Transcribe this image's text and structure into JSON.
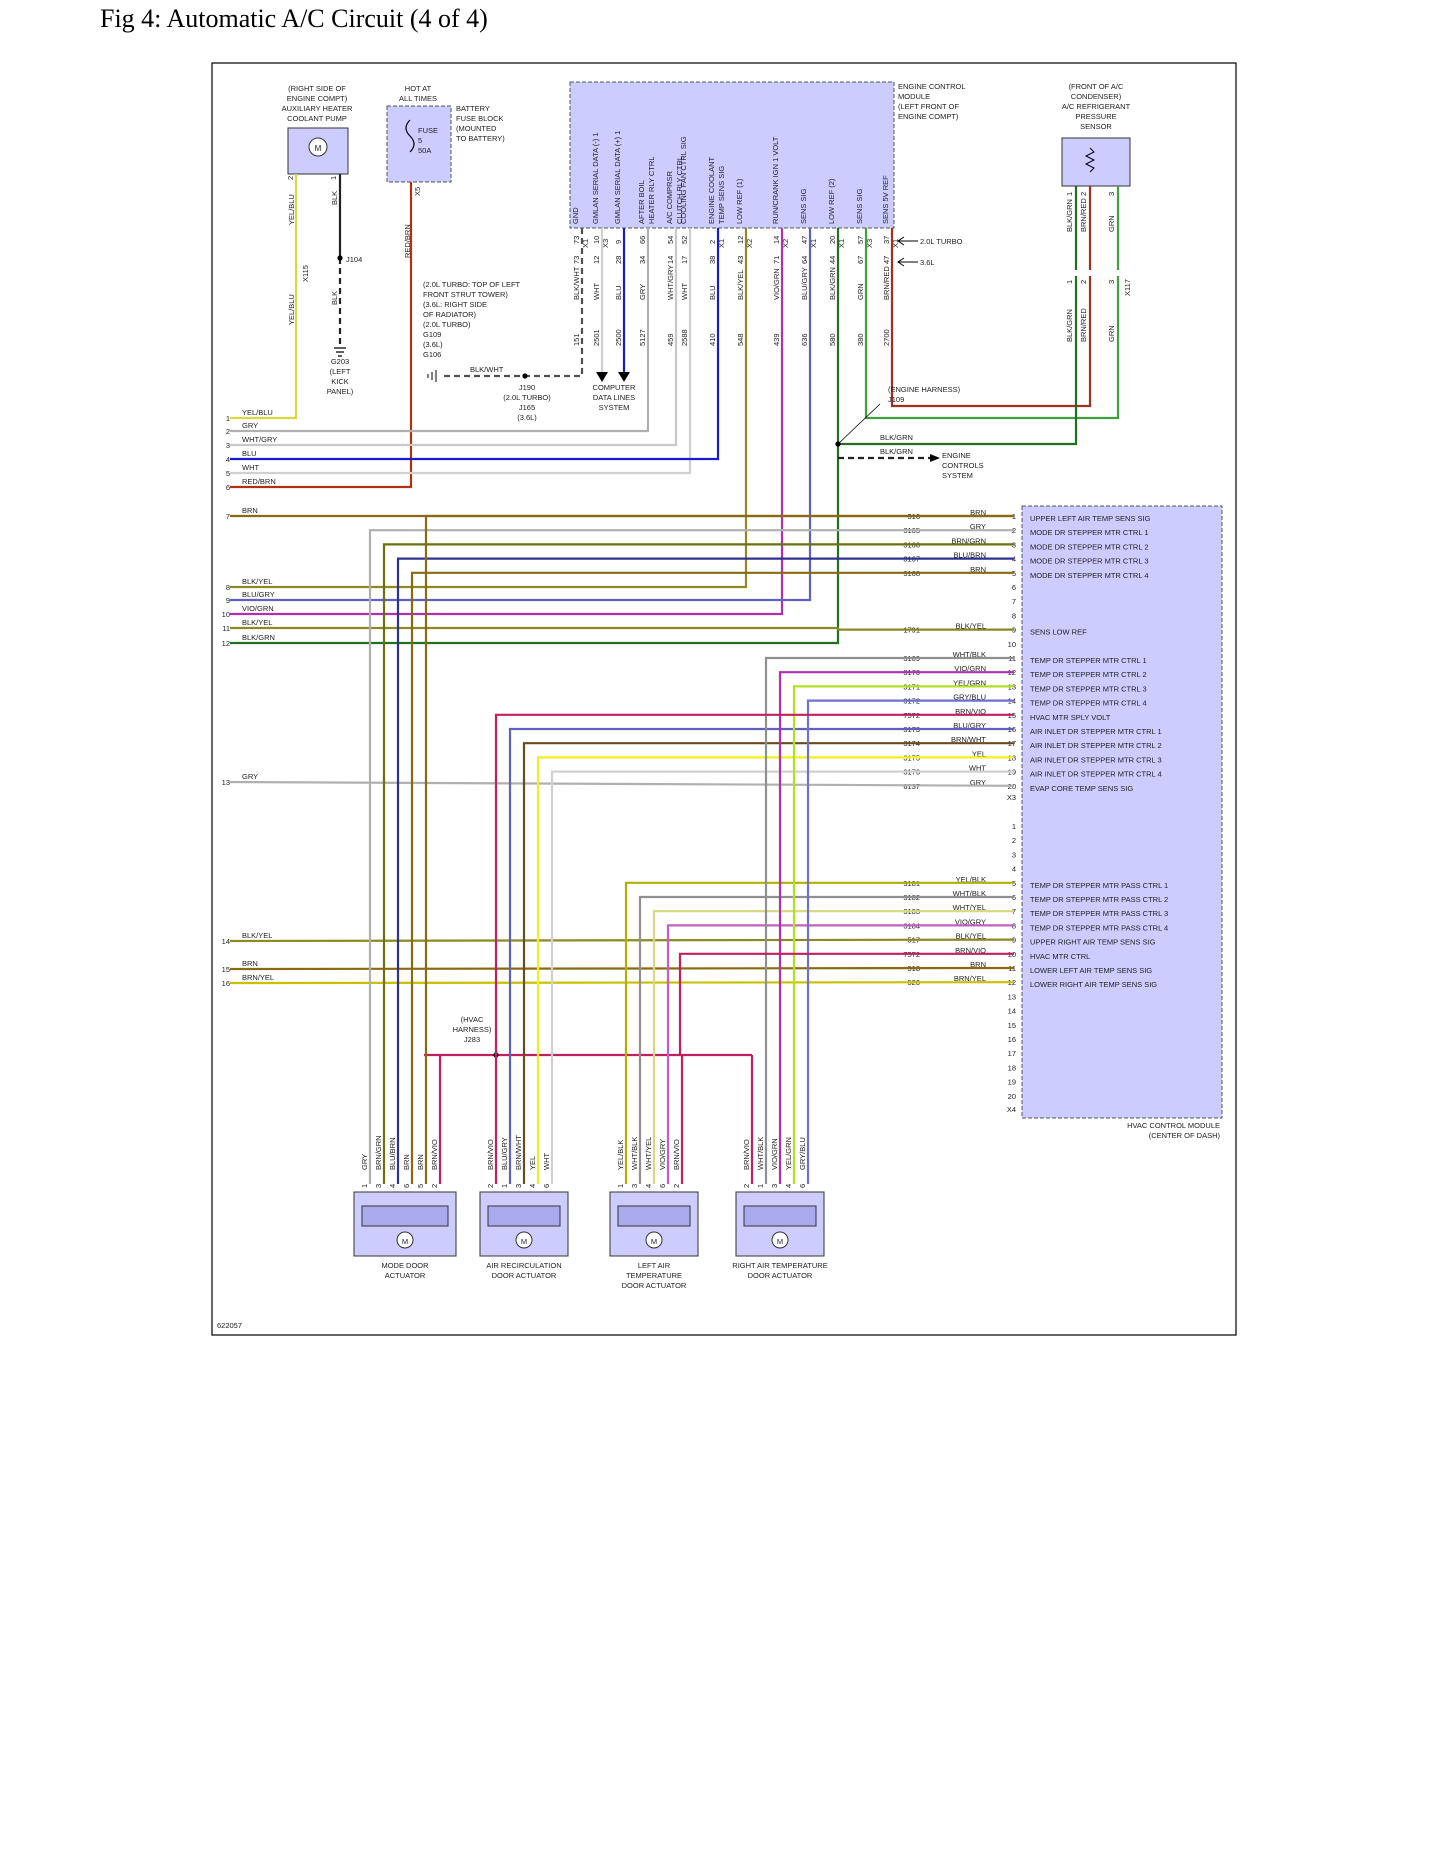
{
  "title": "Fig 4: Automatic A/C Circuit (4 of 4)",
  "figure_id": "622057",
  "colors": {
    "YEL/BLU": "#d8d840",
    "BLK": "#222222",
    "RED/BRN": "#b03010",
    "GRY": "#b0b0b0",
    "WHT/GRY": "#c8c8c8",
    "BLU": "#1a1ad0",
    "WHT": "#d0d0d0",
    "BRN": "#8a6a10",
    "BLK/YEL": "#8a8a20",
    "BLU/GRY": "#6060c0",
    "VIO/GRN": "#b030b0",
    "BLK/GRN": "#207020",
    "BRN/GRN": "#6a7010",
    "BLU/BRN": "#303090",
    "WHT/BLK": "#909090",
    "YEL/GRN": "#b0e020",
    "GRY/BLU": "#7070d0",
    "BRN/VIO": "#c02060",
    "BRN/WHT": "#6a4a20",
    "YEL": "#f0f020",
    "YEL/BLK": "#b0b000",
    "WHT/YEL": "#d8d880",
    "VIO/GRY": "#c060c0",
    "BRN/YEL": "#c8c000",
    "BLK/WHT": "#505050",
    "BRN/RED": "#a03020",
    "GRN": "#40a040",
    "BLK/BLU": "#2020a0",
    "module_fill": "#ccccff"
  },
  "components": {
    "aux_pump": {
      "location": "(RIGHT SIDE OF\nENGINE COMPT)",
      "name": "AUXILIARY HEATER\nCOOLANT PUMP",
      "pin2_wire": "YEL/BLU",
      "pin1_wire": "BLK",
      "pin2": "2",
      "pin1": "1"
    },
    "fuse_block": {
      "hot": "HOT AT\nALL TIMES",
      "fuse": "FUSE\n5\n50A",
      "name": "BATTERY\nFUSE BLOCK\n(MOUNTED\nTO BATTERY)",
      "conn": "X5",
      "wire": "RED/BRN"
    },
    "ecm": {
      "name": "ENGINE CONTROL\nMODULE\n(LEFT FRONT OF\nENGINE COMPT)",
      "turbo": "2.0L TURBO",
      "v6": "3.6L"
    },
    "pressure_sensor": {
      "name": "(FRONT OF A/C\nCONDENSER)\nA/C REFRIGERANT\nPRESSURE\nSENSOR",
      "conn": "X117"
    },
    "ground": {
      "text": "(2.0L TURBO: TOP OF LEFT\nFRONT STRUT TOWER)\n(3.6L: RIGHT SIDE\nOF RADIATOR)\n(2.0L TURBO)\nG109\n(3.6L)\nG106",
      "g203": "G203\n(LEFT\nKICK\nPANEL)",
      "j104": "J104",
      "x115": "X115",
      "blk_wht": "BLK/WHT",
      "j190": "J190\n(2.0L TURBO)\nJ165\n(3.6L)"
    },
    "data_lines": "COMPUTER\nDATA LINES\nSYSTEM",
    "engine_harness": "(ENGINE HARNESS)\nJ109",
    "engine_controls": "ENGINE\nCONTROLS\nSYSTEM",
    "hvac_harness": "(HVAC\nHARNESS)\nJ283",
    "hvac": {
      "name": "HVAC CONTROL MODULE\n(CENTER OF DASH)",
      "x3": "X3",
      "x4": "X4"
    }
  },
  "ecm_pins": [
    {
      "func": "GND",
      "pin": "73",
      "conn": "X1",
      "pin2": "73",
      "wire": "BLK/WHT",
      "circuit": "151"
    },
    {
      "func": "GMLAN SERIAL DATA (-) 1",
      "pin": "10",
      "conn": "X3",
      "pin2": "12",
      "wire": "WHT",
      "circuit": "2501"
    },
    {
      "func": "GMLAN SERIAL DATA (+) 1",
      "pin": "9",
      "conn": "",
      "pin2": "28",
      "wire": "BLU",
      "circuit": "2500"
    },
    {
      "func": "AFTER BOIL\nHEATER RLY CTRL",
      "pin": "66",
      "conn": "",
      "pin2": "34",
      "wire": "GRY",
      "circuit": "5127"
    },
    {
      "func": "A/C COMPRSR\nCLUTCH RLY CTRL",
      "pin": "54",
      "conn": "",
      "pin2": "14",
      "wire": "WHT/GRY",
      "circuit": "459"
    },
    {
      "func": "COOLING FAN CTRL SIG",
      "pin": "52",
      "conn": "",
      "pin2": "17",
      "wire": "WHT",
      "circuit": "2588"
    },
    {
      "func": "ENGINE COOLANT\nTEMP SENS SIG",
      "pin": "2",
      "conn": "X1",
      "pin2": "38",
      "wire": "BLU",
      "circuit": "410"
    },
    {
      "func": "LOW REF (1)",
      "pin": "12",
      "conn": "X2",
      "pin2": "43",
      "wire": "BLK/YEL",
      "circuit": "548"
    },
    {
      "func": "RUN/CRANK IGN 1 VOLT",
      "pin": "14",
      "conn": "X2",
      "pin2": "71",
      "wire": "VIO/GRN",
      "circuit": "439"
    },
    {
      "func": "SENS SIG",
      "pin": "47",
      "conn": "X1",
      "pin2": "64",
      "wire": "BLU/GRY",
      "circuit": "636"
    },
    {
      "func": "LOW REF (2)",
      "pin": "20",
      "conn": "X1",
      "pin2": "44",
      "wire": "BLK/GRN",
      "circuit": "580"
    },
    {
      "func": "SENS SIG",
      "pin": "57",
      "conn": "X3",
      "pin2": "67",
      "wire": "GRN",
      "circuit": "380"
    },
    {
      "func": "SENS 5V REF",
      "pin": "37",
      "conn": "X1",
      "pin2": "47",
      "wire": "BRN/RED",
      "circuit": "2700"
    }
  ],
  "pressure_sensor_pins": [
    {
      "pin": "1",
      "wire": "BLK/GRN"
    },
    {
      "pin": "2",
      "wire": "BRN/RED"
    },
    {
      "pin": "3",
      "wire": "GRN"
    }
  ],
  "left_wires": [
    {
      "num": "1",
      "color": "YEL/BLU"
    },
    {
      "num": "2",
      "color": "GRY"
    },
    {
      "num": "3",
      "color": "WHT/GRY"
    },
    {
      "num": "4",
      "color": "BLU"
    },
    {
      "num": "5",
      "color": "WHT"
    },
    {
      "num": "6",
      "color": "RED/BRN"
    },
    {
      "num": "7",
      "color": "BRN"
    },
    {
      "num": "8",
      "color": "BLK/YEL"
    },
    {
      "num": "9",
      "color": "BLU/GRY"
    },
    {
      "num": "10",
      "color": "VIO/GRN"
    },
    {
      "num": "11",
      "color": "BLK/YEL"
    },
    {
      "num": "12",
      "color": "BLK/GRN"
    },
    {
      "num": "13",
      "color": "GRY"
    },
    {
      "num": "14",
      "color": "BLK/YEL"
    },
    {
      "num": "15",
      "color": "BRN"
    },
    {
      "num": "16",
      "color": "BRN/YEL"
    }
  ],
  "engine_harness_wires": [
    "BLK/GRN",
    "BLK/GRN"
  ],
  "hvac_x3": [
    {
      "pin": "1",
      "circuit": "516",
      "wire": "BRN",
      "func": "UPPER LEFT AIR TEMP SENS SIG"
    },
    {
      "pin": "2",
      "circuit": "3165",
      "wire": "GRY",
      "func": "MODE DR STEPPER MTR CTRL 1"
    },
    {
      "pin": "3",
      "circuit": "3166",
      "wire": "BRN/GRN",
      "func": "MODE DR STEPPER MTR CTRL 2"
    },
    {
      "pin": "4",
      "circuit": "3167",
      "wire": "BLU/BRN",
      "func": "MODE DR STEPPER MTR CTRL 3"
    },
    {
      "pin": "5",
      "circuit": "3168",
      "wire": "BRN",
      "func": "MODE DR STEPPER MTR CTRL 4"
    },
    {
      "pin": "6",
      "circuit": "",
      "wire": "",
      "func": ""
    },
    {
      "pin": "7",
      "circuit": "",
      "wire": "",
      "func": ""
    },
    {
      "pin": "8",
      "circuit": "",
      "wire": "",
      "func": ""
    },
    {
      "pin": "9",
      "circuit": "1791",
      "wire": "BLK/YEL",
      "func": "SENS LOW REF"
    },
    {
      "pin": "10",
      "circuit": "",
      "wire": "",
      "func": ""
    },
    {
      "pin": "11",
      "circuit": "3169",
      "wire": "WHT/BLK",
      "func": "TEMP DR STEPPER MTR CTRL 1"
    },
    {
      "pin": "12",
      "circuit": "3170",
      "wire": "VIO/GRN",
      "func": "TEMP DR STEPPER MTR CTRL 2"
    },
    {
      "pin": "13",
      "circuit": "3171",
      "wire": "YEL/GRN",
      "func": "TEMP DR STEPPER MTR CTRL 3"
    },
    {
      "pin": "14",
      "circuit": "3172",
      "wire": "GRY/BLU",
      "func": "TEMP DR STEPPER MTR CTRL 4"
    },
    {
      "pin": "15",
      "circuit": "7572",
      "wire": "BRN/VIO",
      "func": "HVAC MTR SPLY VOLT"
    },
    {
      "pin": "16",
      "circuit": "3173",
      "wire": "BLU/GRY",
      "func": "AIR INLET DR STEPPER MTR CTRL 1"
    },
    {
      "pin": "17",
      "circuit": "3174",
      "wire": "BRN/WHT",
      "func": "AIR INLET DR STEPPER MTR CTRL 2"
    },
    {
      "pin": "18",
      "circuit": "3175",
      "wire": "YEL",
      "func": "AIR INLET DR STEPPER MTR CTRL 3"
    },
    {
      "pin": "19",
      "circuit": "3176",
      "wire": "WHT",
      "func": "AIR INLET DR STEPPER MTR CTRL 4"
    },
    {
      "pin": "20",
      "circuit": "6137",
      "wire": "GRY",
      "func": "EVAP CORE TEMP SENS SIG"
    }
  ],
  "hvac_x4": [
    {
      "pin": "1",
      "circuit": "",
      "wire": "",
      "func": ""
    },
    {
      "pin": "2",
      "circuit": "",
      "wire": "",
      "func": ""
    },
    {
      "pin": "3",
      "circuit": "",
      "wire": "",
      "func": ""
    },
    {
      "pin": "4",
      "circuit": "",
      "wire": "",
      "func": ""
    },
    {
      "pin": "5",
      "circuit": "3181",
      "wire": "YEL/BLK",
      "func": "TEMP DR STEPPER MTR PASS CTRL 1"
    },
    {
      "pin": "6",
      "circuit": "3182",
      "wire": "WHT/BLK",
      "func": "TEMP DR STEPPER MTR PASS CTRL 2"
    },
    {
      "pin": "7",
      "circuit": "3183",
      "wire": "WHT/YEL",
      "func": "TEMP DR STEPPER MTR PASS CTRL 3"
    },
    {
      "pin": "8",
      "circuit": "3184",
      "wire": "VIO/GRY",
      "func": "TEMP DR STEPPER MTR PASS CTRL 4"
    },
    {
      "pin": "9",
      "circuit": "517",
      "wire": "BLK/YEL",
      "func": "UPPER RIGHT AIR TEMP SENS SIG"
    },
    {
      "pin": "10",
      "circuit": "7572",
      "wire": "BRN/VIO",
      "func": "HVAC MTR CTRL"
    },
    {
      "pin": "11",
      "circuit": "518",
      "wire": "BRN",
      "func": "LOWER LEFT AIR TEMP SENS SIG"
    },
    {
      "pin": "12",
      "circuit": "520",
      "wire": "BRN/YEL",
      "func": "LOWER RIGHT AIR TEMP SENS SIG"
    },
    {
      "pin": "13",
      "circuit": "",
      "wire": "",
      "func": ""
    },
    {
      "pin": "14",
      "circuit": "",
      "wire": "",
      "func": ""
    },
    {
      "pin": "15",
      "circuit": "",
      "wire": "",
      "func": ""
    },
    {
      "pin": "16",
      "circuit": "",
      "wire": "",
      "func": ""
    },
    {
      "pin": "17",
      "circuit": "",
      "wire": "",
      "func": ""
    },
    {
      "pin": "18",
      "circuit": "",
      "wire": "",
      "func": ""
    },
    {
      "pin": "19",
      "circuit": "",
      "wire": "",
      "func": ""
    },
    {
      "pin": "20",
      "circuit": "",
      "wire": "",
      "func": ""
    }
  ],
  "actuators": [
    {
      "name": "MODE DOOR\nACTUATOR",
      "pins": [
        {
          "pin": "1",
          "wire": "GRY"
        },
        {
          "pin": "3",
          "wire": "BRN/GRN"
        },
        {
          "pin": "4",
          "wire": "BLU/BRN"
        },
        {
          "pin": "6",
          "wire": "BRN"
        },
        {
          "pin": "5",
          "wire": "BRN"
        },
        {
          "pin": "2",
          "wire": "BRN/VIO"
        }
      ]
    },
    {
      "name": "AIR RECIRCULATION\nDOOR ACTUATOR",
      "pins": [
        {
          "pin": "2",
          "wire": "BRN/VIO"
        },
        {
          "pin": "1",
          "wire": "BLU/GRY"
        },
        {
          "pin": "3",
          "wire": "BRN/WHT"
        },
        {
          "pin": "4",
          "wire": "YEL"
        },
        {
          "pin": "6",
          "wire": "WHT"
        }
      ]
    },
    {
      "name": "LEFT AIR\nTEMPERATURE\nDOOR ACTUATOR",
      "pins": [
        {
          "pin": "1",
          "wire": "YEL/BLK"
        },
        {
          "pin": "3",
          "wire": "WHT/BLK"
        },
        {
          "pin": "4",
          "wire": "WHT/YEL"
        },
        {
          "pin": "6",
          "wire": "VIO/GRY"
        },
        {
          "pin": "2",
          "wire": "BRN/VIO"
        }
      ]
    },
    {
      "name": "RIGHT AIR TEMPERATURE\nDOOR ACTUATOR",
      "pins": [
        {
          "pin": "2",
          "wire": "BRN/VIO"
        },
        {
          "pin": "1",
          "wire": "WHT/BLK"
        },
        {
          "pin": "3",
          "wire": "VIO/GRN"
        },
        {
          "pin": "4",
          "wire": "YEL/GRN"
        },
        {
          "pin": "6",
          "wire": "GRY/BLU"
        }
      ]
    }
  ]
}
